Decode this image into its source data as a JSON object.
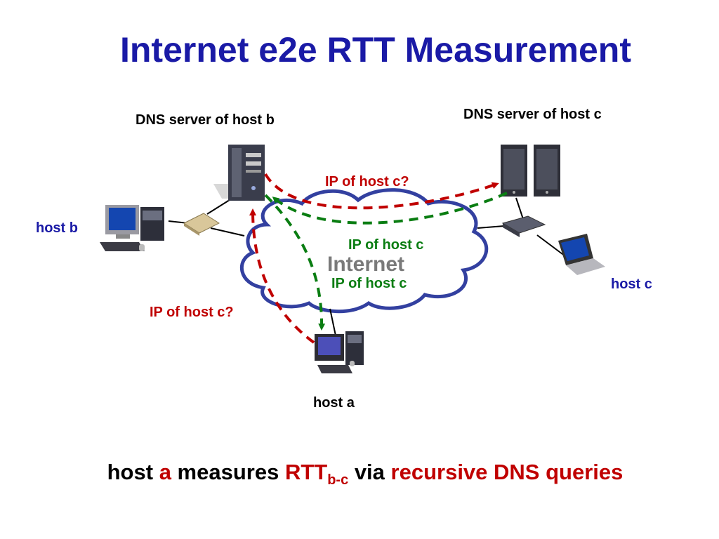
{
  "title": "Internet e2e RTT Measurement",
  "labels": {
    "dns_b": "DNS server of host b",
    "dns_c": "DNS server of host c",
    "host_b": "host b",
    "host_c": "host c",
    "host_a": "host a",
    "cloud": "Internet",
    "query_top": "IP of host c?",
    "query_left": "IP of host c?",
    "reply_mid": "IP of host c",
    "reply_low": "IP of host c"
  },
  "caption": {
    "part1": "host ",
    "part2": "a",
    "part3": " measures ",
    "part4": "RTT",
    "sub": "b-c",
    "part5": " via ",
    "part6": "recursive DNS queries"
  },
  "colors": {
    "title": "#1a1aa6",
    "query": "#c00000",
    "reply": "#0a7d12",
    "cloud_border": "#3340a0"
  }
}
